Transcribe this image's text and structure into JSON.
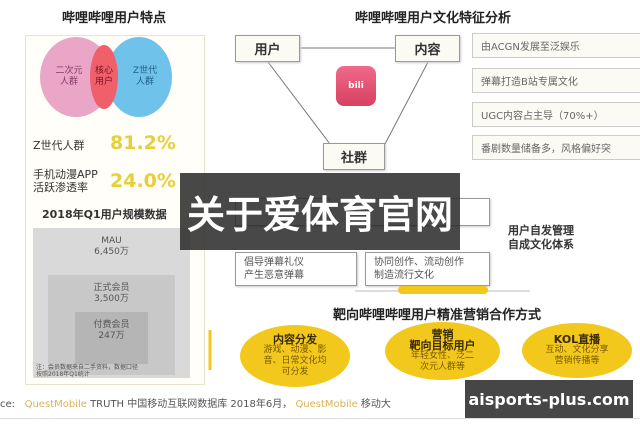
{
  "left": {
    "title": "哔哩哔哩用户特点",
    "venn": {
      "left": "二次元\n人群",
      "overlap": "核心\n用户",
      "right": "Z世代\n人群"
    },
    "stats": [
      {
        "label": "Z世代人群",
        "value": "81.2%"
      },
      {
        "label": "手机动漫APP\n活跃渗透率",
        "value": "24.0%"
      }
    ],
    "scale_title": "2018年Q1用户规模数据",
    "scale": [
      {
        "label": "MAU",
        "value": "6,450万"
      },
      {
        "label": "正式会员",
        "value": "3,500万"
      },
      {
        "label": "付费会员",
        "value": "247万"
      }
    ],
    "note": "注：会员数据来自二手资料，数据口径\n按照2018年Q1统计"
  },
  "right": {
    "title": "哔哩哔哩用户文化特征分析",
    "nodes": {
      "user": "用户",
      "content": "内容",
      "community": "社群"
    },
    "content_features": [
      "由ACGN发展至泛娱乐",
      "弹幕打造B站专属文化",
      "UGC内容占主导（70%+）",
      "番剧数量储备多，风格偏好突"
    ],
    "community_features": [
      "倡导弹幕礼仪\n产生恶意弹幕",
      "协同创作、流动创作\n制造流行文化"
    ],
    "self_manage": "用户自发管理\n自成文化体系"
  },
  "marketing": {
    "title": "靶向哔哩哔哩用户精准营销合作方式",
    "items": [
      {
        "title": "内容分发",
        "desc": "游戏、动漫、影\n音、日常文化均\n可分发"
      },
      {
        "title": "营销\n靶向目标用户",
        "desc": "年轻女性、泛二\n次元人群等"
      },
      {
        "title": "KOL直播",
        "desc": "互动、文化分享\n营销传播等"
      }
    ]
  },
  "source": {
    "prefix": "ce:",
    "brand": "QuestMobile",
    "text1": "TRUTH 中国移动互联网数据库 2018年6月，",
    "text2": "移动大"
  },
  "overlay_text": "关于爱体育官网",
  "watermark": "aisports-plus.com",
  "colors": {
    "pink": "#e9a6c6",
    "blue": "#6fc3ea",
    "overlap": "#f0606a",
    "yellow": "#f2c81c",
    "stat": "#e7cf3a"
  }
}
